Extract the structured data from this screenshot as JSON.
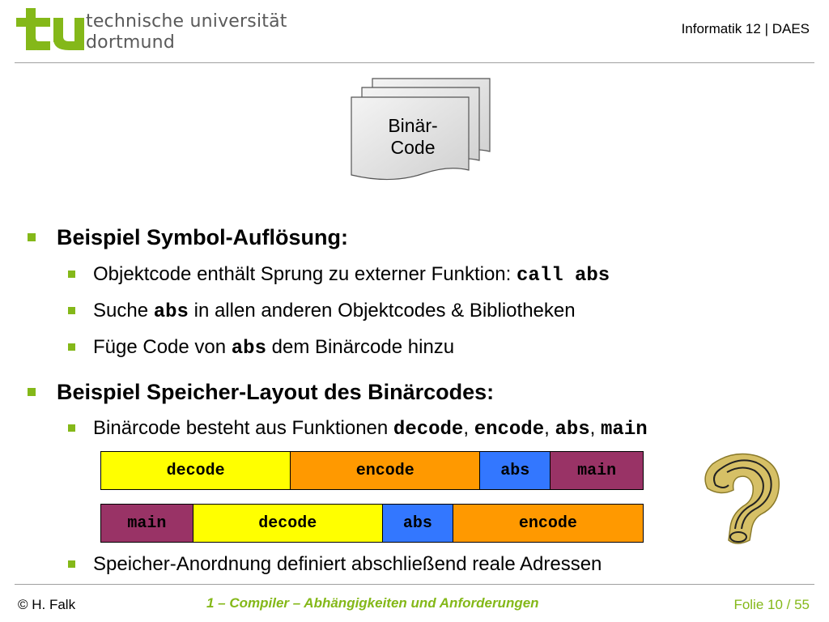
{
  "header": {
    "university_line1": "technische universität",
    "university_line2": "dortmund",
    "course": "Informatik 12 | DAES"
  },
  "figure": {
    "doc_label_line1": "Binär-",
    "doc_label_line2": "Code"
  },
  "bullets": {
    "b1": {
      "title": "Beispiel Symbol-Auflösung:"
    },
    "b1_1": {
      "text": "Objektcode enthält Sprung zu externer Funktion: ",
      "code": "call abs"
    },
    "b1_2": {
      "pre": "Suche ",
      "code": "abs",
      "post": " in allen anderen Objektcodes & Bibliotheken"
    },
    "b1_3": {
      "pre": "Füge Code von ",
      "code": "abs",
      "post": " dem Binärcode hinzu"
    },
    "b2": {
      "title": "Beispiel Speicher-Layout des Binärcodes:"
    },
    "b2_1": {
      "pre": "Binärcode besteht aus Funktionen ",
      "c1": "decode",
      "s1": ", ",
      "c2": "encode",
      "s2": ", ",
      "c3": "abs",
      "s3": ", ",
      "c4": "main"
    },
    "b2_2": {
      "text": "Speicher-Anordnung definiert abschließend reale Adressen"
    }
  },
  "layout_bars": [
    {
      "segments": [
        {
          "label": "decode",
          "color": "#ffff00",
          "text_color": "#000000",
          "share": 0.35
        },
        {
          "label": "encode",
          "color": "#ff9900",
          "text_color": "#000000",
          "share": 0.35
        },
        {
          "label": "abs",
          "color": "#3377ff",
          "text_color": "#000000",
          "share": 0.13
        },
        {
          "label": "main",
          "color": "#993366",
          "text_color": "#000000",
          "share": 0.17
        }
      ]
    },
    {
      "segments": [
        {
          "label": "main",
          "color": "#993366",
          "text_color": "#000000",
          "share": 0.17
        },
        {
          "label": "decode",
          "color": "#ffff00",
          "text_color": "#000000",
          "share": 0.35
        },
        {
          "label": "abs",
          "color": "#3377ff",
          "text_color": "#000000",
          "share": 0.13
        },
        {
          "label": "encode",
          "color": "#ff9900",
          "text_color": "#000000",
          "share": 0.35
        }
      ]
    }
  ],
  "footer": {
    "author": "© H. Falk",
    "chapter": "1 – Compiler – Abhängigkeiten und Anforderungen",
    "slide": "Folie 10 / 55"
  },
  "colors": {
    "accent_green": "#84b819",
    "logo_green": "#84b819"
  },
  "icons": {
    "logo": "tu-logo",
    "doc": "document-stack-icon",
    "question": "question-mark-icon"
  }
}
